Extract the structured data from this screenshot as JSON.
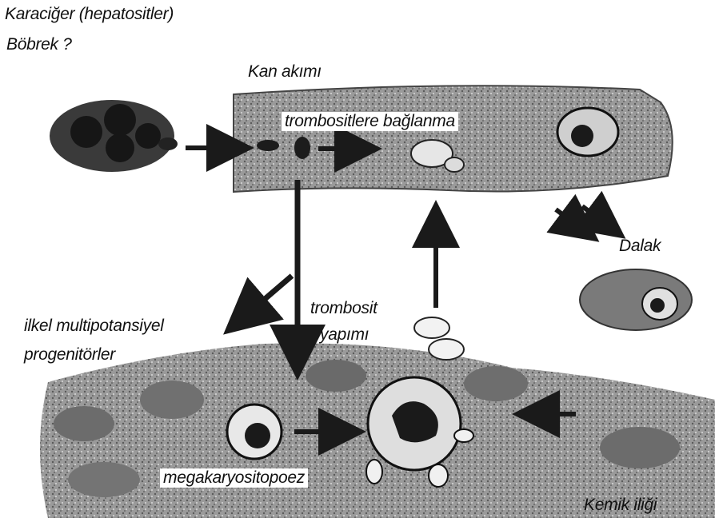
{
  "labels": {
    "liver": "Karaciğer (hepatositler)",
    "kidney": "Böbrek ?",
    "blood_flow": "Kan akımı",
    "platelet_binding": "trombositlere bağlanma",
    "spleen": "Dalak",
    "platelet_production_line1": "trombosit",
    "platelet_production_line2": "yapımı",
    "progenitors_line1": "ilkel multipotansiyel",
    "progenitors_line2": "progenitörler",
    "megakaryopoiesis": "megakaryositopoez",
    "bone_marrow": "Kemik iliği"
  },
  "colors": {
    "arrow": "#1a1a1a",
    "cell_dark": "#1c1c1c",
    "tissue": "#8c8c8c"
  }
}
